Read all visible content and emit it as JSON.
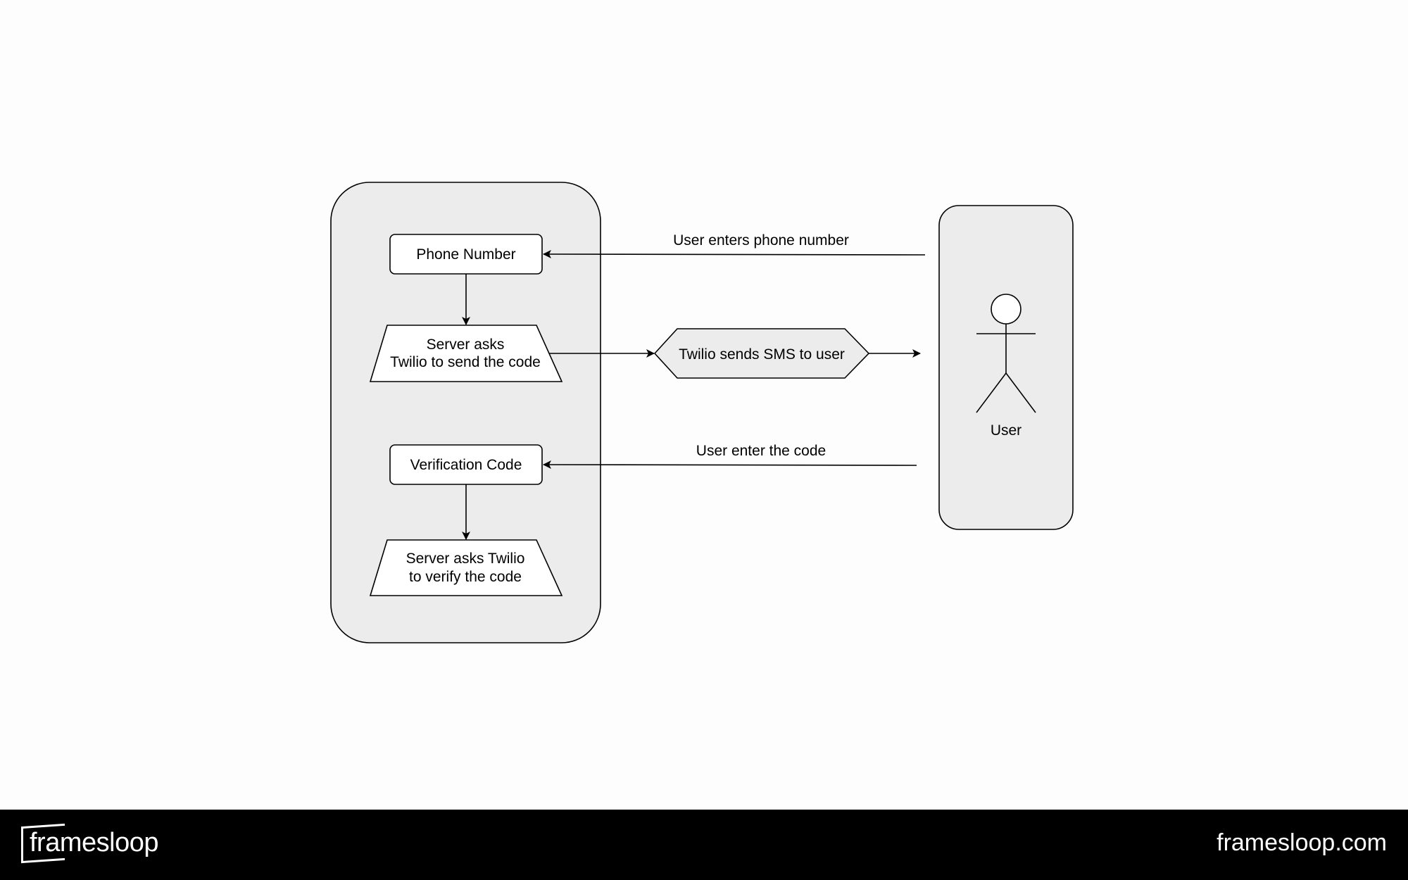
{
  "diagram": {
    "nodes": {
      "phone_number": "Phone Number",
      "server_send_line1": "Server asks",
      "server_send_line2": "Twilio to send the code",
      "twilio_sms": "Twilio sends SMS to user",
      "verification_code": "Verification Code",
      "server_verify_line1": "Server asks Twilio",
      "server_verify_line2": "to verify the code",
      "actor": "User"
    },
    "edges": {
      "user_enters_phone": "User enters phone number",
      "user_enters_code": "User enter the code"
    },
    "colors": {
      "container_fill": "#ececec",
      "node_fill": "#ffffff",
      "stroke": "#000000"
    }
  },
  "footer": {
    "logo_text": "framesloop",
    "url": "framesloop.com"
  }
}
